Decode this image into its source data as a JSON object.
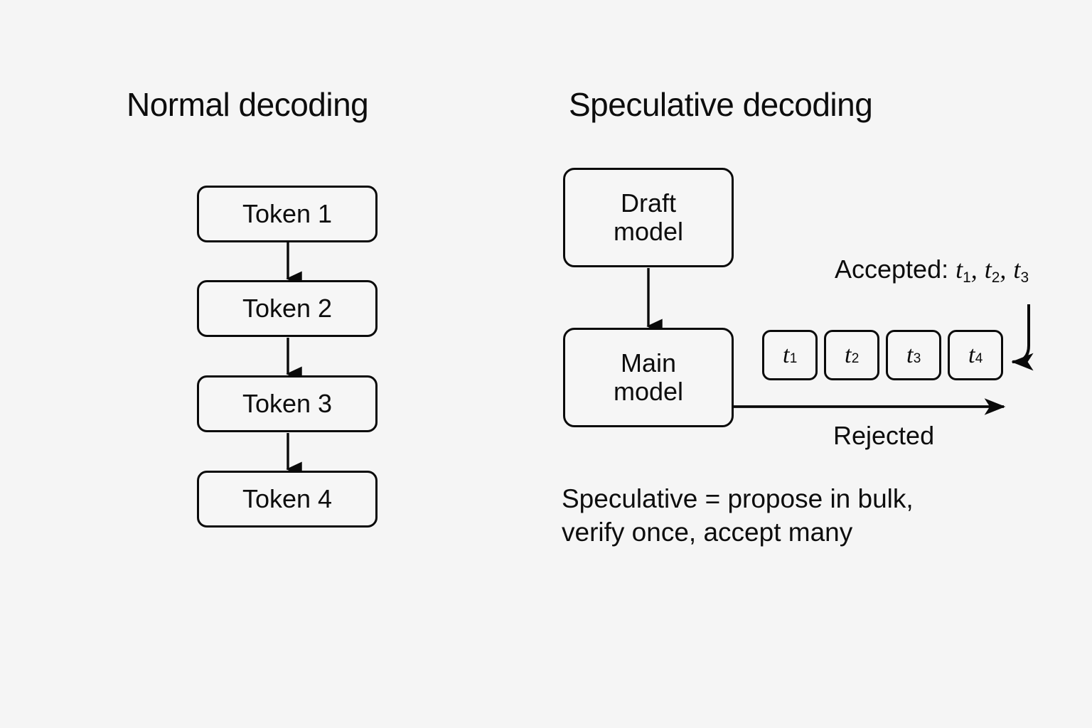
{
  "background_color": "#f5f5f5",
  "stroke_color": "#0a0a0a",
  "text_color": "#0d0d0d",
  "panels": {
    "left": {
      "title": "Normal decoding",
      "chain": [
        {
          "label": "Token 1"
        },
        {
          "label": "Token 2"
        },
        {
          "label": "Token 3"
        },
        {
          "label": "Token 4"
        }
      ],
      "arrow_count": 3
    },
    "right": {
      "title": "Speculative decoding",
      "models": [
        {
          "name": "draft-model",
          "label": "Draft\nmodel"
        },
        {
          "name": "main-model",
          "label": "Main\nmodel"
        }
      ],
      "proposed_tokens": [
        {
          "base": "t",
          "sub": "1"
        },
        {
          "base": "t",
          "sub": "2"
        },
        {
          "base": "t",
          "sub": "3"
        },
        {
          "base": "t",
          "sub": "4"
        }
      ],
      "accepted_label": {
        "prefix": "Accepted: ",
        "tokens": [
          {
            "base": "t",
            "sub": "1",
            "sep": ","
          },
          {
            "base": "t",
            "sub": "2",
            "sep": ","
          },
          {
            "base": "t",
            "sub": "3",
            "sep": ""
          }
        ]
      },
      "rejected_label": "Rejected",
      "caption": "Speculative = propose in bulk,\nverify once, accept many"
    }
  }
}
